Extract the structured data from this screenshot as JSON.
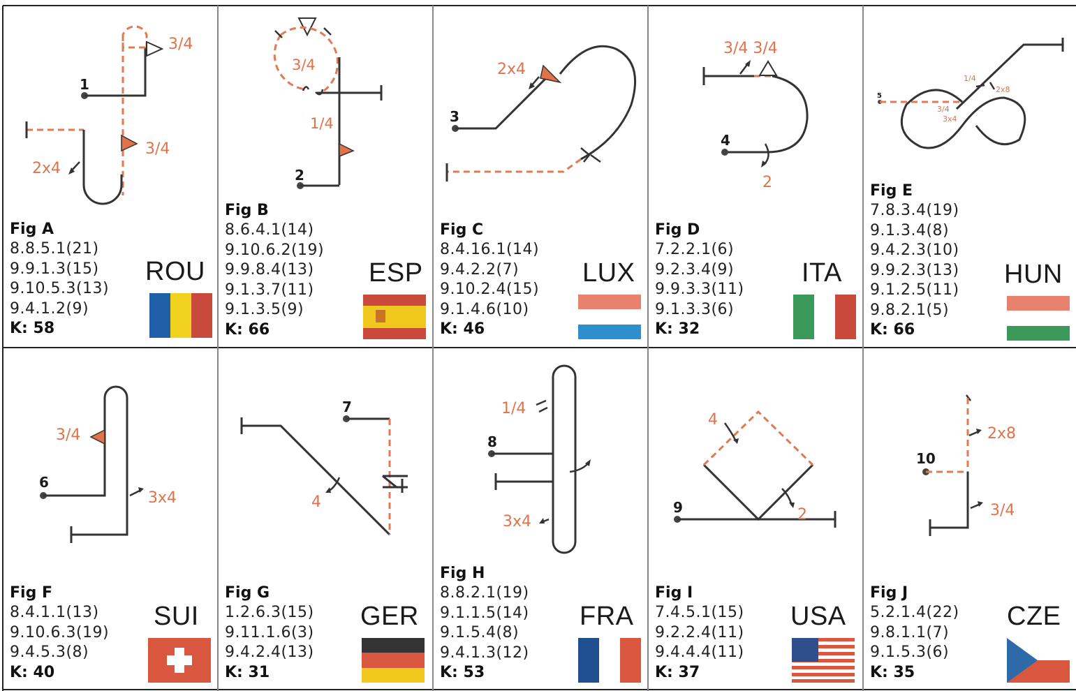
{
  "cards": [
    {
      "fig_title": "Fig A",
      "codes": [
        "8.8.5.1(21)",
        "9.9.1.3(15)",
        "9.10.5.3(13)",
        "9.4.1.2(9)"
      ],
      "k": "K: 58",
      "country": "ROU",
      "start_num": "1",
      "labels": [
        "3/4",
        "3/4",
        "2x4"
      ]
    },
    {
      "fig_title": "Fig B",
      "codes": [
        "8.6.4.1(14)",
        "9.10.6.2(19)",
        "9.9.8.4(13)",
        "9.1.3.7(11)",
        "9.1.3.5(9)"
      ],
      "k": "K: 66",
      "country": "ESP",
      "start_num": "2",
      "labels": [
        "3/4",
        "1/4"
      ]
    },
    {
      "fig_title": "Fig C",
      "codes": [
        "8.4.16.1(14)",
        "9.4.2.2(7)",
        "9.10.2.4(15)",
        "9.1.4.6(10)"
      ],
      "k": "K: 46",
      "country": "LUX",
      "start_num": "3",
      "labels": [
        "2x4"
      ]
    },
    {
      "fig_title": "Fig D",
      "codes": [
        "7.2.2.1(6)",
        "9.2.3.4(9)",
        "9.9.3.3(11)",
        "9.1.3.3(6)"
      ],
      "k": "K: 32",
      "country": "ITA",
      "start_num": "4",
      "labels": [
        "3/4 3/4",
        "2"
      ]
    },
    {
      "fig_title": "Fig E",
      "codes": [
        "7.8.3.4(19)",
        "9.1.3.4(8)",
        "9.4.2.3(10)",
        "9.9.2.3(13)",
        "9.1.2.5(11)",
        "9.8.2.1(5)"
      ],
      "k": "K: 66",
      "country": "HUN",
      "start_num": "5",
      "labels": [
        "1/4",
        "2x8",
        "3/4",
        "3x4"
      ]
    },
    {
      "fig_title": "Fig F",
      "codes": [
        "8.4.1.1(13)",
        "9.10.6.3(19)",
        "9.4.5.3(8)"
      ],
      "k": "K: 40",
      "country": "SUI",
      "start_num": "6",
      "labels": [
        "3/4",
        "3x4"
      ]
    },
    {
      "fig_title": "Fig G",
      "codes": [
        "1.2.6.3(15)",
        "9.11.1.6(3)",
        "9.4.2.4(13)"
      ],
      "k": "K: 31",
      "country": "GER",
      "start_num": "7",
      "labels": [
        "4"
      ]
    },
    {
      "fig_title": "Fig H",
      "codes": [
        "8.8.2.1(19)",
        "9.1.1.5(14)",
        "9.1.5.4(8)",
        "9.4.1.3(12)"
      ],
      "k": "K: 53",
      "country": "FRA",
      "start_num": "8",
      "labels": [
        "1/4",
        "3x4"
      ]
    },
    {
      "fig_title": "Fig I",
      "codes": [
        "7.4.5.1(15)",
        "9.2.2.4(11)",
        "9.4.4.4(11)"
      ],
      "k": "K: 37",
      "country": "USA",
      "start_num": "9",
      "labels": [
        "4",
        "2"
      ]
    },
    {
      "fig_title": "Fig J",
      "codes": [
        "5.2.1.4(22)",
        "9.8.1.1(7)",
        "9.1.5.3(6)"
      ],
      "k": "K: 35",
      "country": "CZE",
      "start_num": "10",
      "labels": [
        "2x8",
        "3/4"
      ]
    }
  ],
  "colors": {
    "accent_orange": "#e0734a",
    "solid_line": "#333333",
    "grid_line": "#222222"
  }
}
